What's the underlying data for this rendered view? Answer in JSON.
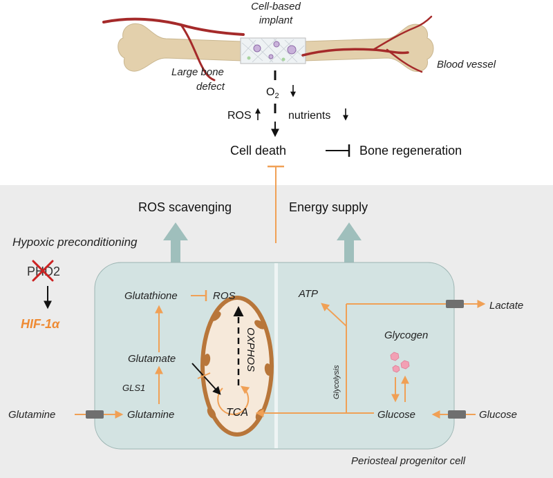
{
  "top": {
    "implant_label_line1": "Cell-based",
    "implant_label_line2": "implant",
    "defect_label_line1": "Large bone",
    "defect_label_line2": "defect",
    "vessel_label": "Blood vessel",
    "o2_label": "O",
    "o2_subscript": "2",
    "ros_label": "ROS",
    "nutrients_label": "nutrients",
    "cell_death_label": "Cell death",
    "bone_regen_label": "Bone regeneration"
  },
  "panel": {
    "ros_scavenging_label": "ROS scavenging",
    "energy_supply_label": "Energy supply",
    "hypoxic_label": "Hypoxic preconditioning",
    "phd2_label": "PHD2",
    "hif_label": "HIF-1α",
    "periosteal_label": "Periosteal progenitor cell"
  },
  "cell": {
    "glutathione": "Glutathione",
    "ros": "ROS",
    "glutamate": "Glutamate",
    "gls1": "GLS1",
    "glutamine_in": "Glutamine",
    "glutamine_out": "Glutamine",
    "oxphos": "OXPHOS",
    "tca": "TCA",
    "atp": "ATP",
    "lactate": "Lactate",
    "glycogen": "Glycogen",
    "glycolysis": "Glycolysis",
    "glucose_in": "Glucose",
    "glucose_out": "Glucose"
  },
  "colors": {
    "orange": "#f0a055",
    "hif_orange": "#ee8a33",
    "blood_red": "#a52a2a",
    "bone_fill": "#e3d0ac",
    "cell_fill": "#d3e3e2",
    "panel_bg": "#ececec",
    "mito_brown": "#b8763a",
    "mito_fill": "#f6e9da",
    "teal_arrow": "#9fbfbc",
    "transporter": "#6f6f6f",
    "cross_red": "#cc2222",
    "glycogen_pink": "#f2a0b4"
  }
}
